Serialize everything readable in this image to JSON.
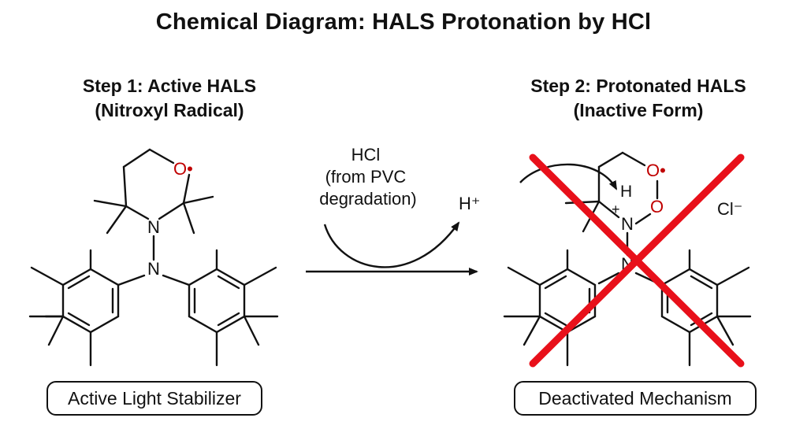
{
  "title": "Chemical Diagram: HALS Protonation by HCl",
  "step1": {
    "line1": "Step 1: Active HALS",
    "line2": "(Nitroxyl Radical)"
  },
  "step2": {
    "line1": "Step 2: Protonated HALS",
    "line2": "(Inactive Form)"
  },
  "reagent": {
    "line1": "HCl",
    "line2": "(from PVC",
    "line3": "degradation)"
  },
  "proton": "H⁺",
  "atoms": {
    "oxygen_radical": "O•",
    "nitrogen": "N",
    "hydrogen": "H",
    "plus": "+",
    "oxygen": "O",
    "chloride": "Cl⁻"
  },
  "labels": {
    "left": "Active Light Stabilizer",
    "right": "Deactivated Mechanism"
  },
  "colors": {
    "text": "#111111",
    "oxygen": "#c00000",
    "cross": "#e8101a"
  }
}
